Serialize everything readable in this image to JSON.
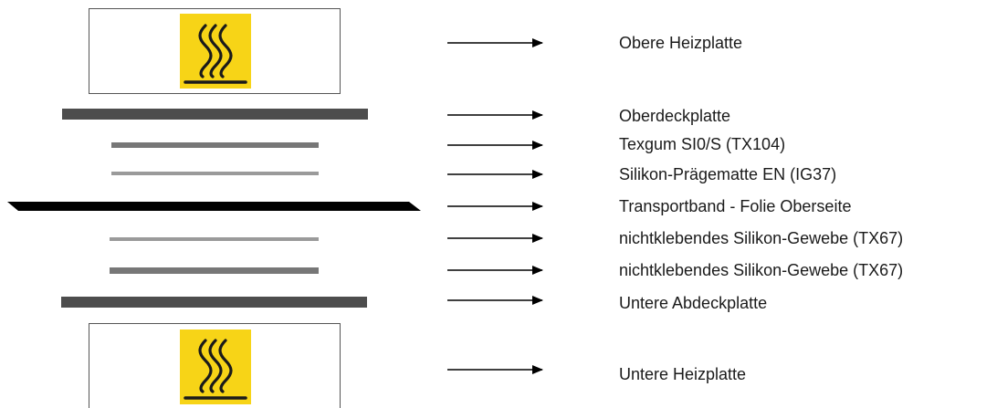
{
  "colors": {
    "heater_border": "#555555",
    "heat_symbol_bg": "#f7d417",
    "heat_symbol_stroke": "#1a1a1a",
    "dark_plate": "#4d4d4d",
    "medium_sheet": "#777777",
    "light_sheet": "#9a9a9a",
    "transport_band": "#000000",
    "arrow": "#000000"
  },
  "icons": {
    "top_heater": "hot-surface-icon",
    "bottom_heater": "hot-surface-icon",
    "arrows": "right-arrow-icon"
  },
  "layers": [
    {
      "label": "Obere Heizplatte"
    },
    {
      "label": "Oberdeckplatte"
    },
    {
      "label": "Texgum SI0/S (TX104)"
    },
    {
      "label": "Silikon-Prägematte EN (IG37)"
    },
    {
      "label": "Transportband - Folie Oberseite"
    },
    {
      "label": "nichtklebendes Silikon-Gewebe (TX67)"
    },
    {
      "label": "nichtklebendes Silikon-Gewebe (TX67)"
    },
    {
      "label": "Untere Abdeckplatte"
    },
    {
      "label": "Untere Heizplatte"
    }
  ]
}
